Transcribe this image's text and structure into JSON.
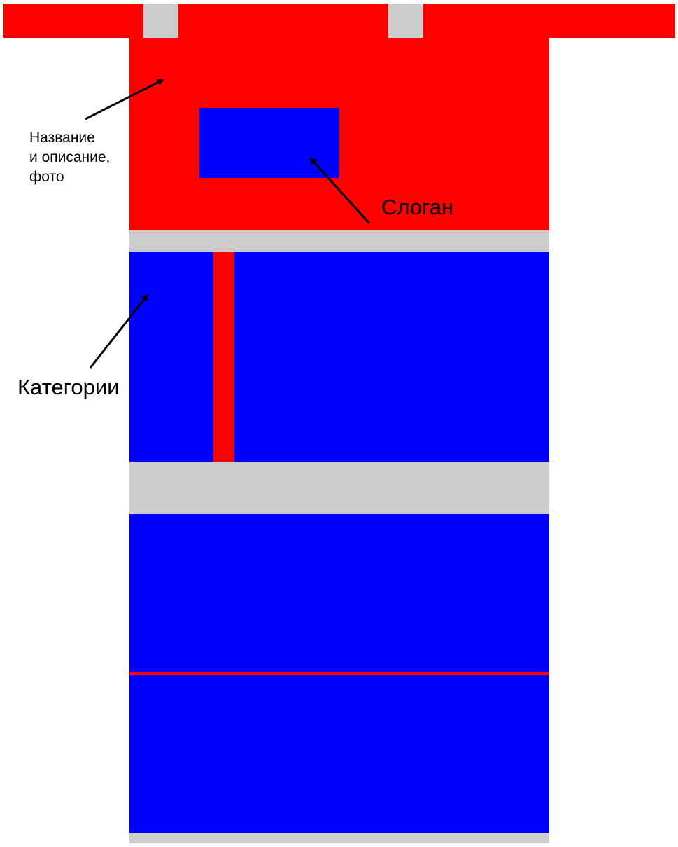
{
  "colors": {
    "red": "#ff0000",
    "blue": "#0000ff",
    "gray": "#cccccc",
    "ink": "#000000",
    "background": "#ffffff"
  },
  "annotations": {
    "name_description_photo": [
      "Название",
      "и описание,",
      "фото"
    ],
    "slogan": "Слоган",
    "categories": "Категории"
  }
}
